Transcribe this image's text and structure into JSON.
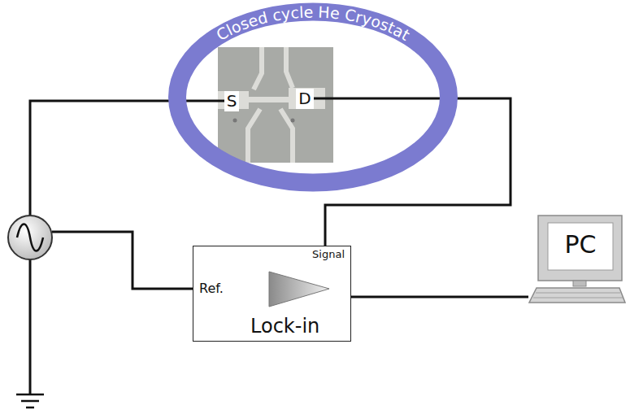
{
  "diagram": {
    "nodes": [
      {
        "text": [
          "Closed cycle He Cryostat"
        ]
      },
      {
        "text": [
          "S"
        ],
        "in": 0
      },
      {
        "text": [
          "D"
        ],
        "in": 0
      },
      {
        "text": [
          "Signal",
          "Ref.",
          "Lock-in"
        ]
      },
      {
        "text": [
          "PC"
        ]
      }
    ],
    "edges": [
      {
        "from": 2,
        "to": 3,
        "arrow": "none"
      },
      {
        "from": 3,
        "to": 4,
        "arrow": "none"
      }
    ]
  }
}
